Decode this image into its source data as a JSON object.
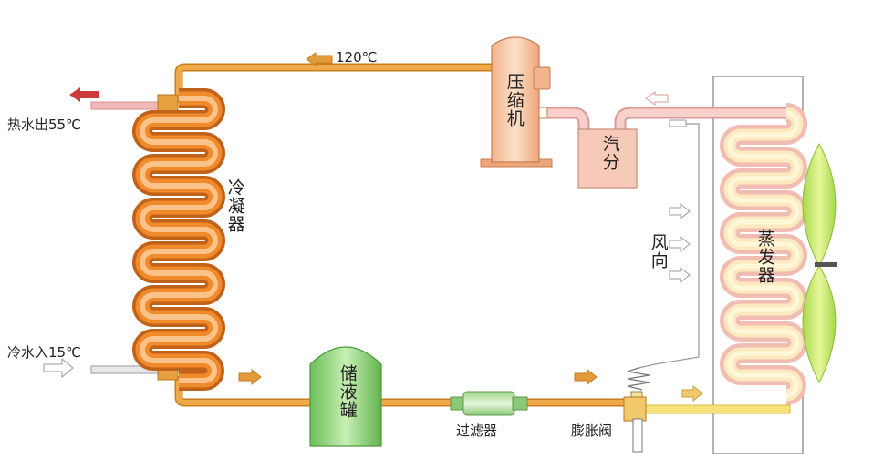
{
  "colors": {
    "pipe": "#e8a23c",
    "pipe_edge": "#c97f1e",
    "condenser_outer": "#c0621a",
    "condenser_mid": "#f08a2a",
    "condenser_inner": "#fbc07a",
    "evaporator_outer": "#f4c0b8",
    "evaporator_inner": "#fff2c0",
    "suction_pipe": "#f6c6c2",
    "compressor": "#f8caa8",
    "separator": "#f7c9b8",
    "tank": "#8fd17a",
    "filter": "#b9e3a6",
    "fan": "#c6e86a",
    "hot_water_arrow": "#cc3b3b",
    "flow_arrow": "#e39a3a"
  },
  "labels": {
    "temp_top": "120℃",
    "hot_out": "热水出55℃",
    "cold_in": "冷水入15℃",
    "condenser": "冷凝器",
    "compressor": "压缩机",
    "separator": "汽分",
    "wind": "风向",
    "evaporator": "蒸发器",
    "tank": "储液罐",
    "filter": "过滤器",
    "expansion_valve": "膨胀阀"
  }
}
